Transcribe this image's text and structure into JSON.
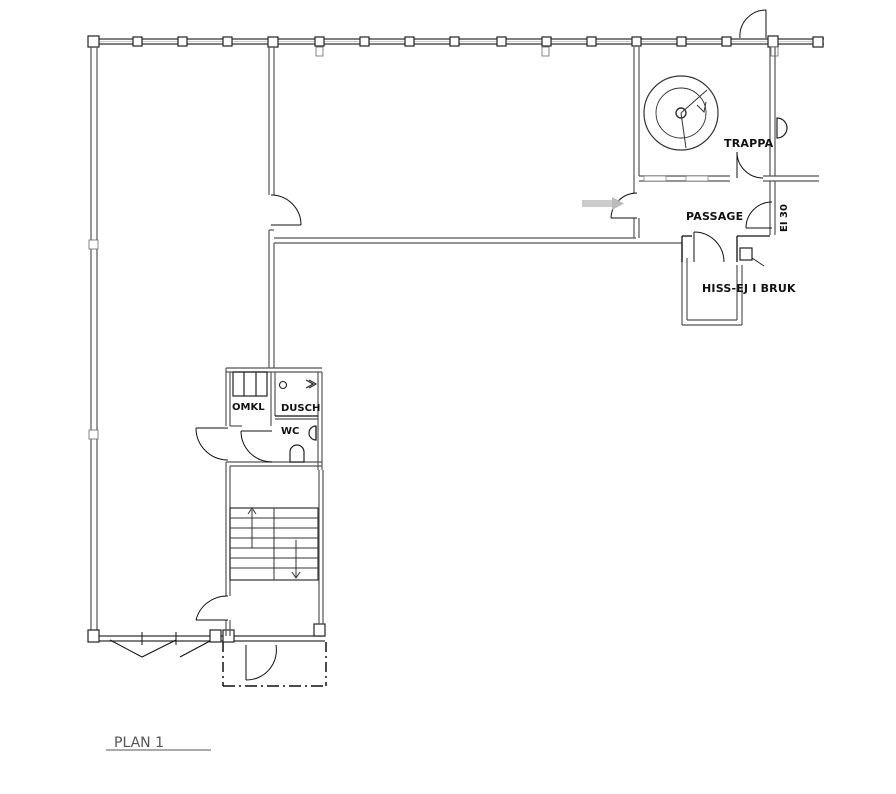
{
  "plan": {
    "title": "PLAN 1",
    "rooms": {
      "trappa": "TRAPPA",
      "passage": "PASSAGE",
      "fire_rating": "EI 30",
      "elevator": "HISS-EJ I BRUK",
      "changing": "OMKL",
      "shower": "DUSCH",
      "toilet": "WC"
    },
    "colors": {
      "wall": "#555555",
      "ink": "#111111",
      "arrow": "#cccccc"
    }
  }
}
